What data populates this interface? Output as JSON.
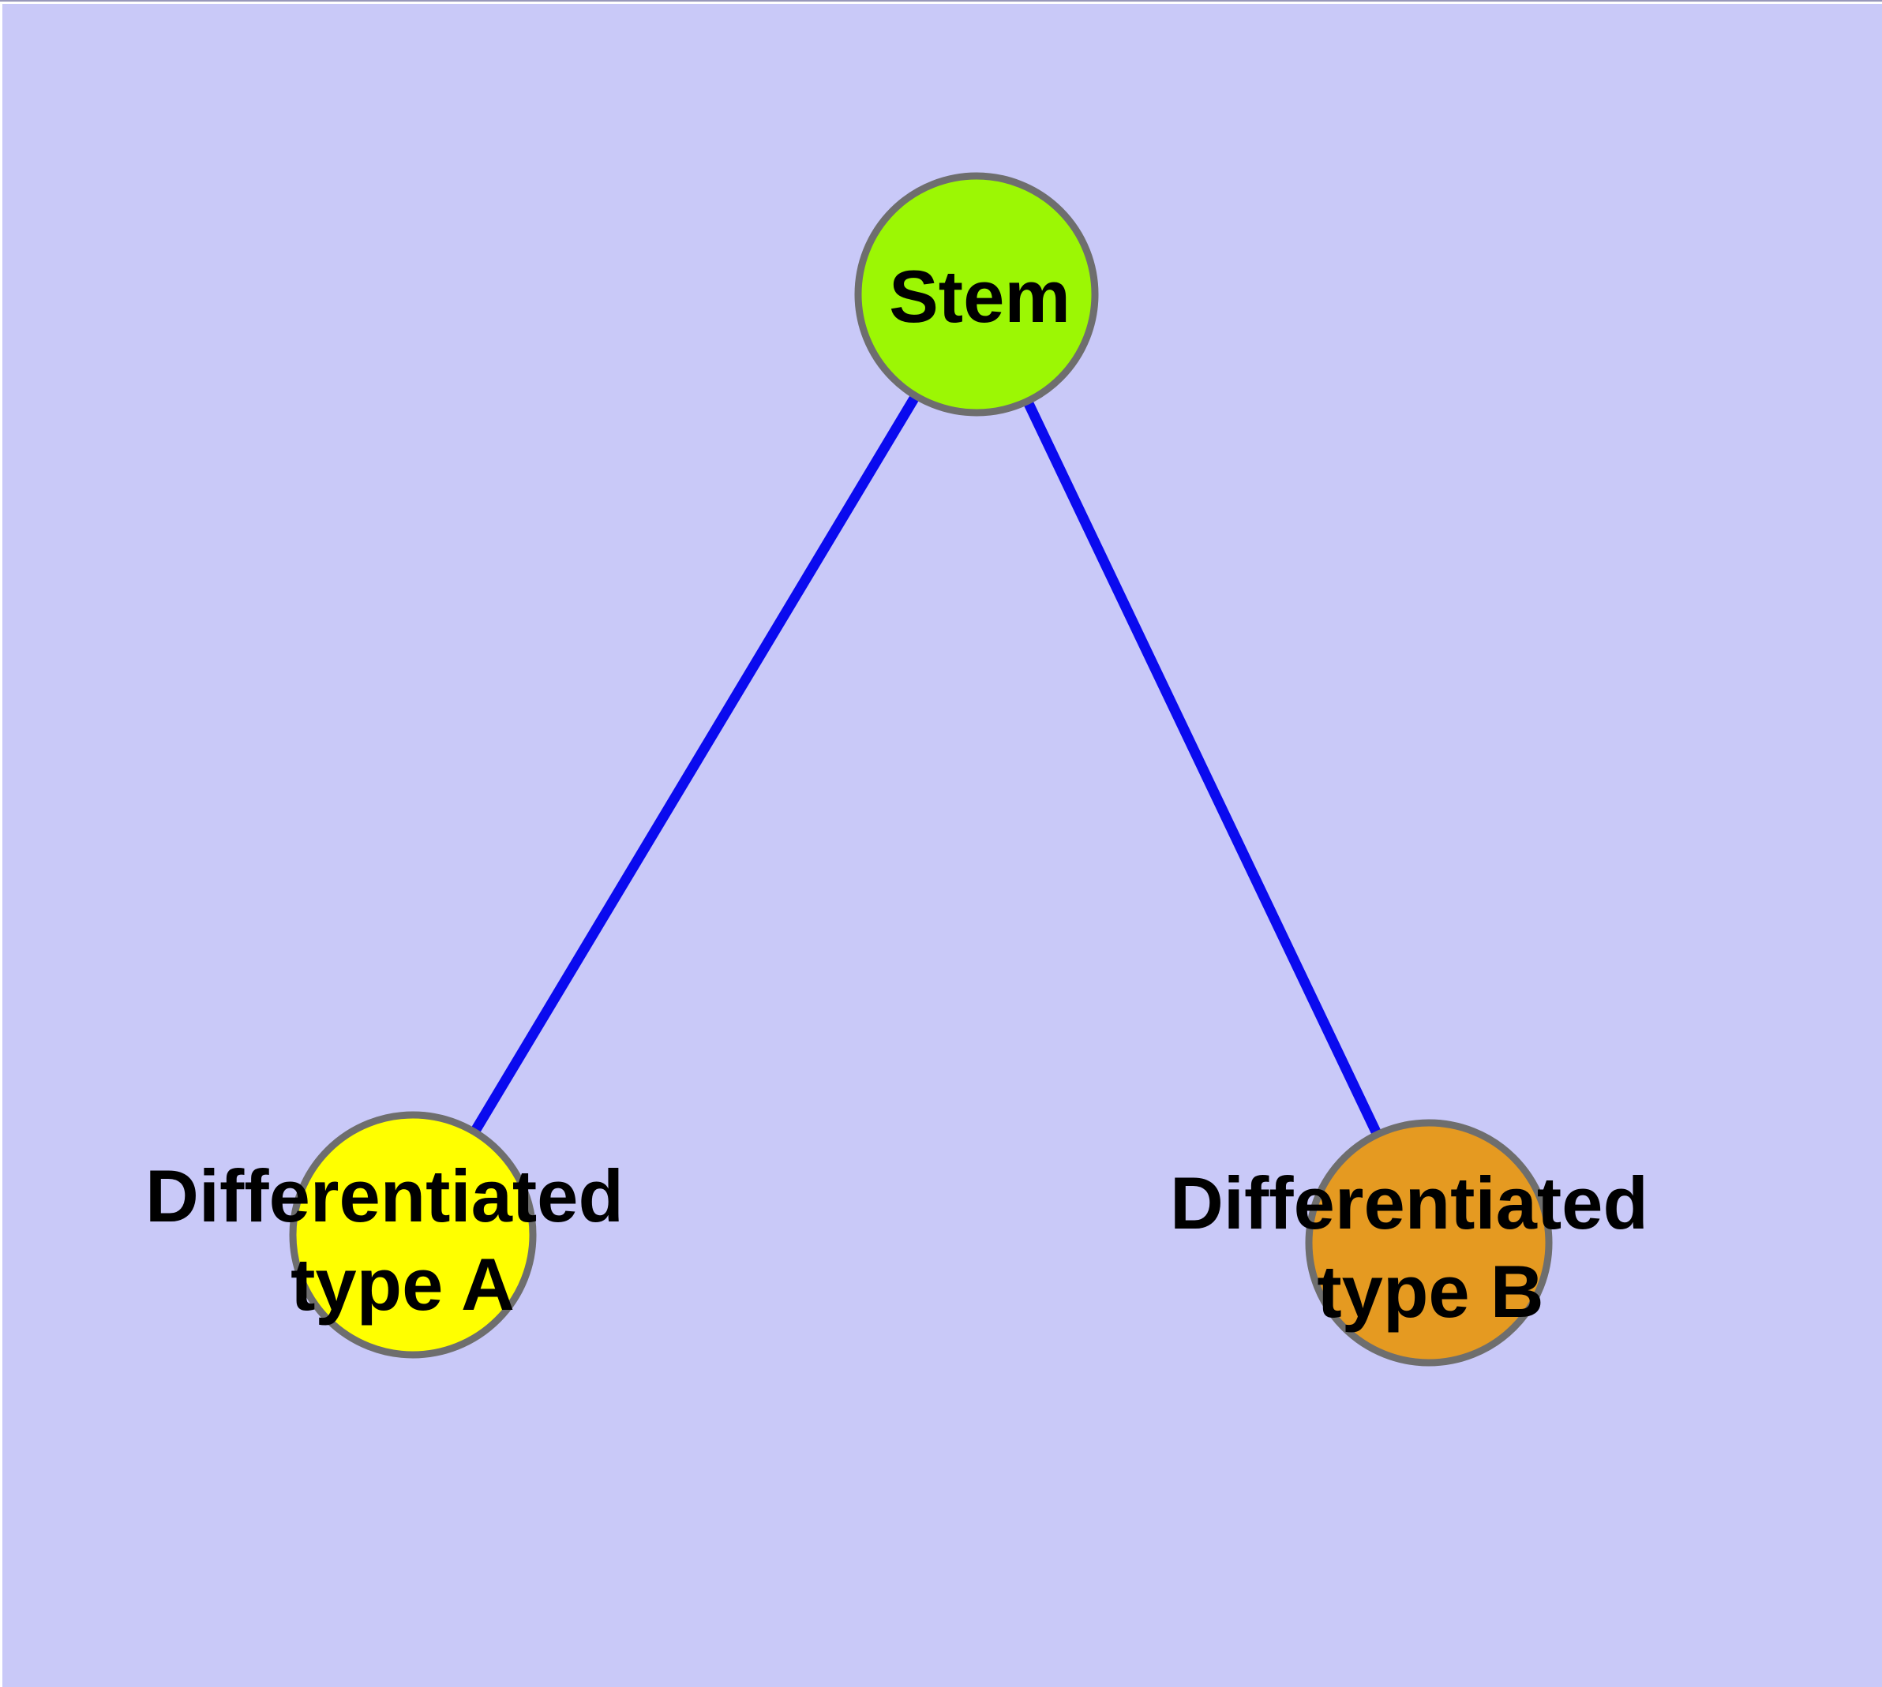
{
  "diagram": {
    "type": "node-link-graph",
    "background_color": "#C9C9F8",
    "top_edge_line_color": "#9898BA",
    "edge_color": "#0A0AEF",
    "node_border_color": "#6E6E6E",
    "label_color": "#000000",
    "nodes": [
      {
        "id": "stem",
        "label": "Stem",
        "fill_color": "#9CF704"
      },
      {
        "id": "differentiated-type-a",
        "label_line1": "Differentiated",
        "label_line2": "type A",
        "fill_color": "#FFFF00"
      },
      {
        "id": "differentiated-type-b",
        "label_line1": "Differentiated",
        "label_line2": "type B",
        "fill_color": "#E59A21"
      }
    ],
    "edges": [
      {
        "from": "stem",
        "to": "differentiated-type-a"
      },
      {
        "from": "stem",
        "to": "differentiated-type-b"
      }
    ]
  }
}
